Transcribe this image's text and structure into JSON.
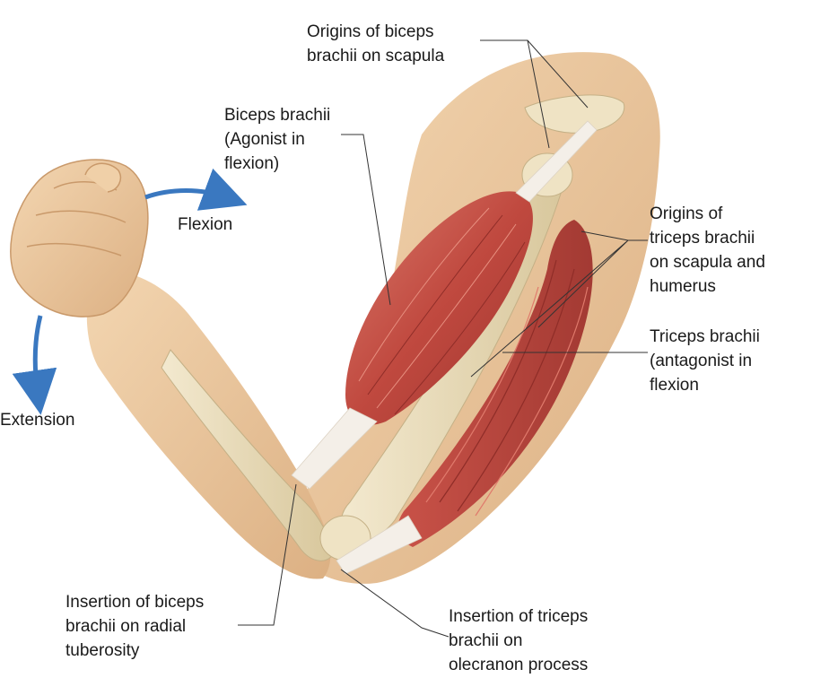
{
  "colors": {
    "skin": "#ecc9a0",
    "skin_shadow": "#d9ab7c",
    "muscle": "#b8443b",
    "muscle_light": "#d56a5c",
    "bone": "#eadcb8",
    "tendon": "#f4efe8",
    "arrow": "#3a78c0",
    "leader_line": "#333333"
  },
  "movements": {
    "flexion": "Flexion",
    "extension": "Extension"
  },
  "labels": {
    "biceps_origins": [
      "Origins of biceps",
      "brachii on scapula"
    ],
    "biceps_brachii": [
      "Biceps brachii",
      "(Agonist in",
      "flexion)"
    ],
    "triceps_origins": [
      "Origins of",
      "triceps brachii",
      "on scapula and",
      "humerus"
    ],
    "triceps_brachii": [
      "Triceps brachii",
      "(antagonist in",
      "flexion"
    ],
    "biceps_insertion": [
      "Insertion of biceps",
      "brachii on radial",
      "tuberosity"
    ],
    "triceps_insertion": [
      "Insertion of triceps",
      "brachii on",
      "olecranon process"
    ]
  }
}
